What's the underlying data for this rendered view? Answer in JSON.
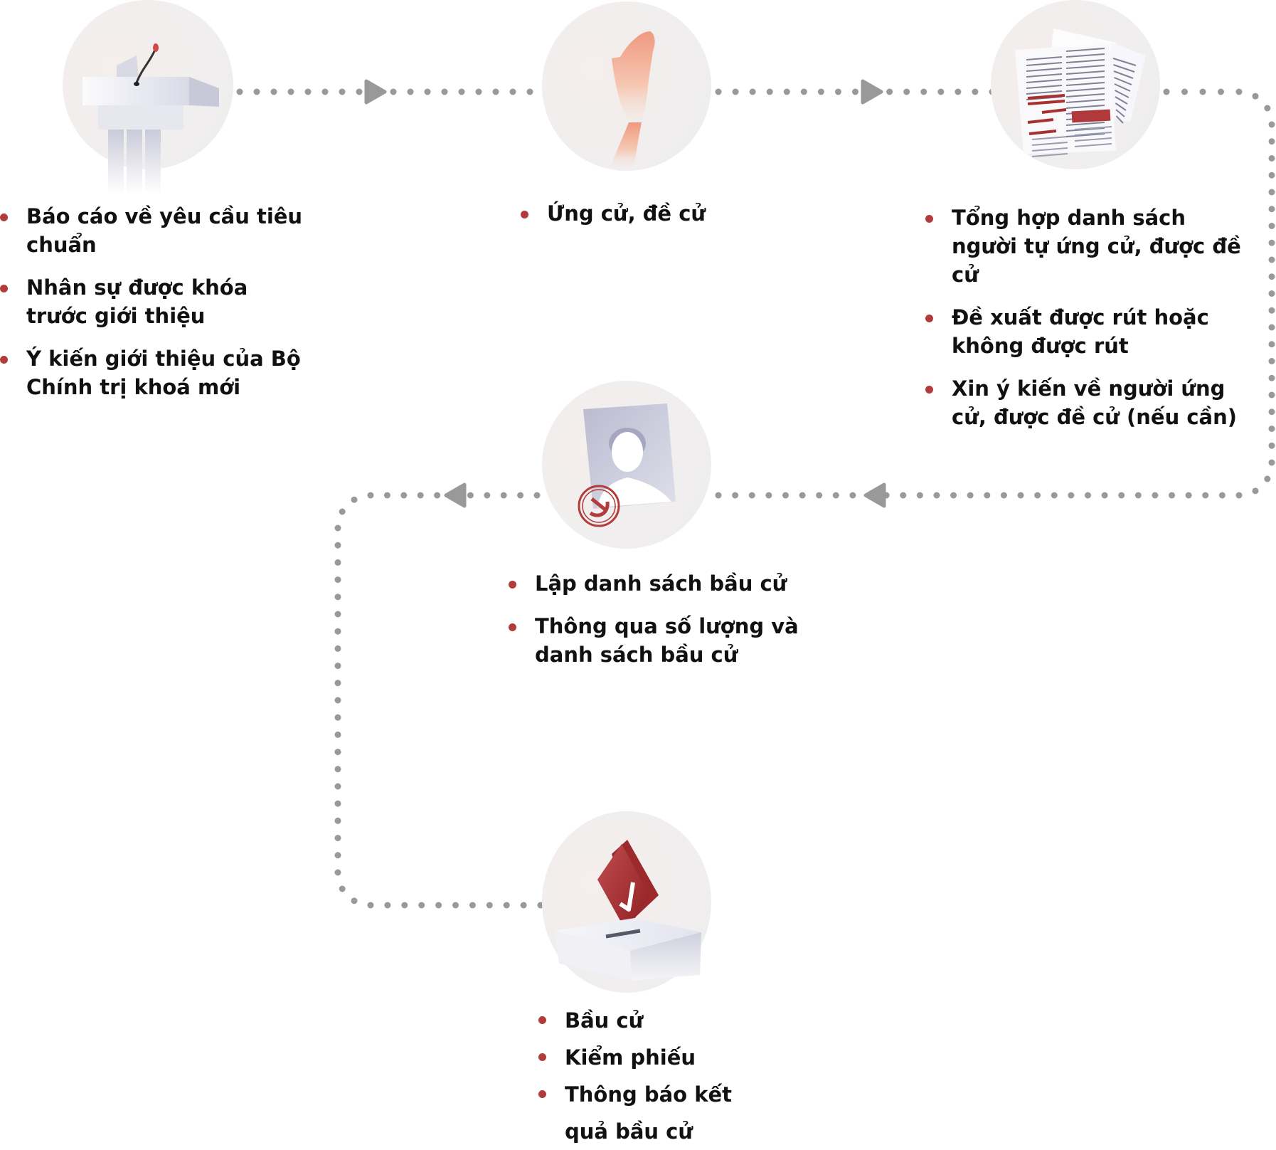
{
  "colors": {
    "bullet": "#b23b3c",
    "text": "#111111",
    "connector": "#999999",
    "circle": "#f0eeee",
    "accent_red": "#a8302f"
  },
  "steps": [
    {
      "id": "step-1",
      "icon": "podium-icon",
      "items": [
        "Báo cáo về yêu cầu tiêu chuẩn",
        "Nhân sự được khóa trước giới thiệu",
        "Ý kiến giới thiệu của Bộ Chính trị khoá mới"
      ]
    },
    {
      "id": "step-2",
      "icon": "raised-hand-icon",
      "items": [
        "Ứng cử, đề cử"
      ]
    },
    {
      "id": "step-3",
      "icon": "documents-icon",
      "items": [
        "Tổng hợp danh sách người tự ứng cử, được đề cử",
        "Đề xuất được rút hoặc không được rút",
        "Xin ý kiến về người ứng cử, được đề cử (nếu cần)"
      ]
    },
    {
      "id": "step-4",
      "icon": "candidate-photo-icon",
      "items": [
        "Lập danh sách bầu cử",
        "Thông qua số lượng và danh sách bầu cử"
      ]
    },
    {
      "id": "step-5",
      "icon": "ballot-box-icon",
      "items": [
        "Bầu cử",
        "Kiểm phiếu",
        "Thông báo kết quả bầu cử"
      ]
    }
  ],
  "connectors": [
    {
      "from": "step-1",
      "to": "step-2",
      "direction": "right"
    },
    {
      "from": "step-2",
      "to": "step-3",
      "direction": "right"
    },
    {
      "from": "step-3",
      "to": "step-4",
      "direction": "down-then-left"
    },
    {
      "from": "step-4",
      "to": "step-5",
      "direction": "left-then-down"
    }
  ]
}
